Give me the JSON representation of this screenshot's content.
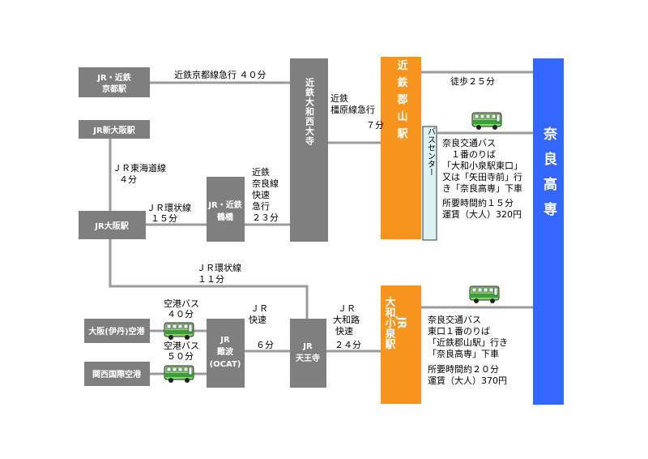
{
  "nodes": {
    "kyoto": [
      "JR・近鉄",
      "京都駅"
    ],
    "shinosaka": [
      "JR新大阪駅"
    ],
    "osaka": [
      "JR大阪駅"
    ],
    "tsuruhashi": [
      "JR・近鉄",
      "鶴橋"
    ],
    "yamato_saidaiji": "近鉄大和西大寺",
    "koriyama": "近鉄郡山駅",
    "bus_center": "バスセンター",
    "yamato_koizumi_jr": "JR",
    "yamato_koizumi": "大和小泉駅",
    "nara_kosen": "奈良高専",
    "itami": [
      "大阪(伊丹)空港"
    ],
    "kansai": [
      "関西国際空港"
    ],
    "namba": [
      "JR",
      "難波",
      "(OCAT)"
    ],
    "tennoji": [
      "JR",
      "天王寺"
    ]
  },
  "routes": {
    "kyoto_line": [
      "近鉄京都線急行 ４０分"
    ],
    "kashihara_line": [
      "近鉄",
      "橿原線急行",
      "　　　　７分"
    ],
    "tokaido": [
      "ＪＲ東海道線",
      "４分"
    ],
    "kanjo_15": [
      "ＪＲ環状線",
      "１５分"
    ],
    "nara_line": [
      "近鉄",
      "奈良線",
      "快速",
      "急行",
      "２３分"
    ],
    "walk": [
      "徒歩２５分"
    ],
    "kanjo_11": [
      "ＪＲ環状線",
      "１１分"
    ],
    "airport_bus_40": [
      "空港バス",
      "４０分"
    ],
    "airport_bus_50": [
      "空港バス",
      "５０分"
    ],
    "jr_rapid": [
      "ＪＲ",
      "快速"
    ],
    "six_min": [
      "６分"
    ],
    "yamatoji": [
      "ＪＲ",
      "大和路",
      "快速"
    ],
    "twentyfour": [
      "２４分"
    ]
  },
  "bus_info": {
    "koriyama": [
      "奈良交通バス",
      "　１番のりば",
      "「大和小泉駅東口」",
      "又は「矢田寺前」行",
      "き「奈良高専」下車",
      "",
      "所要時間約１５分",
      "運賃（大人）320円"
    ],
    "koizumi": [
      "奈良交通バス",
      "東口１番のりば",
      "「近鉄郡山駅」行き",
      "「奈良高専」下車",
      "",
      "所要時間約２０分",
      "運賃（大人）370円"
    ]
  },
  "colors": {
    "station_gray": "#7f7f7f",
    "line_gray": "#9b9b9b",
    "orange": "#f7941d",
    "blue": "#3366ff",
    "bus_center_fill": "#ddf2f2",
    "bus_green": "#66bb44"
  },
  "icons": [
    "bus-icon"
  ]
}
